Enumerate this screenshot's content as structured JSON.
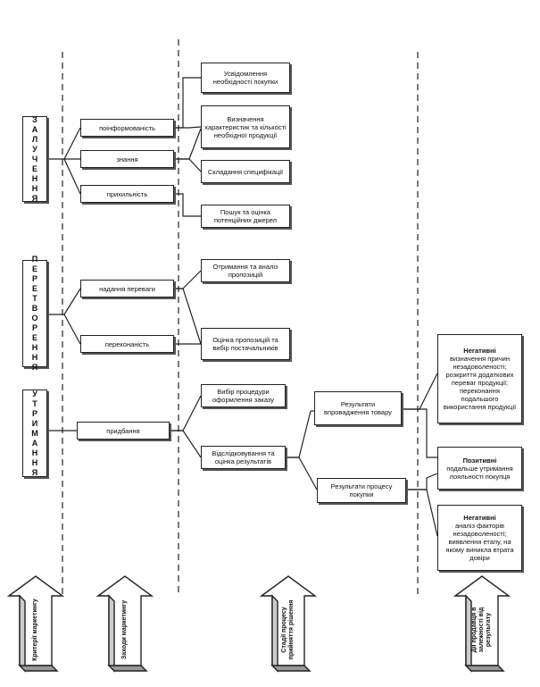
{
  "stages": [
    {
      "id": "attraction",
      "label": "ЗАЛУЧЕННЯ"
    },
    {
      "id": "transformation",
      "label": "ПЕРЕТВОРЕННЯ"
    },
    {
      "id": "retention",
      "label": "УТРИМАННЯ"
    }
  ],
  "criteria": {
    "awareness": "поінформованість",
    "knowledge": "знання",
    "liking": "прихильність",
    "preference": "надання переваги",
    "conviction": "переконаність",
    "purchase": "придбання"
  },
  "steps": {
    "need": "Усвідомлення необхідності покупки",
    "specs": "Визначення характеристик та кількості необхідної продукції",
    "specification": "Складання специфікації",
    "search": "Пошук та оцінка потенційних джерел",
    "proposals": "Отримання та аналіз пропозицій",
    "evaluation": "Оцінка пропозицій та вибір постачальників",
    "procedure": "Вибір процедури оформлення заказу",
    "tracking": "Відслідковування та оцінка результатів"
  },
  "results": {
    "product": "Результати впровадження товару",
    "process": "Результати процесу покупки"
  },
  "outcomes": [
    {
      "title": "Негативні",
      "text": "визначення причин незадоволеності; розкриття додаткових переваг продукції; переконання подальшого використання продукції"
    },
    {
      "title": "Позитивні",
      "text": "подальше утримання лояльності покупця"
    },
    {
      "title": "Негативні",
      "text": "аналіз факторів незадоволеності; виявлення етапу, на якому виникла втрата довіри"
    }
  ],
  "arrows": [
    "Критерії маркетингу",
    "Заходи маркетингу",
    "Стадії процесу прийняття рішення",
    "Дії продавця в залежності від результату"
  ]
}
